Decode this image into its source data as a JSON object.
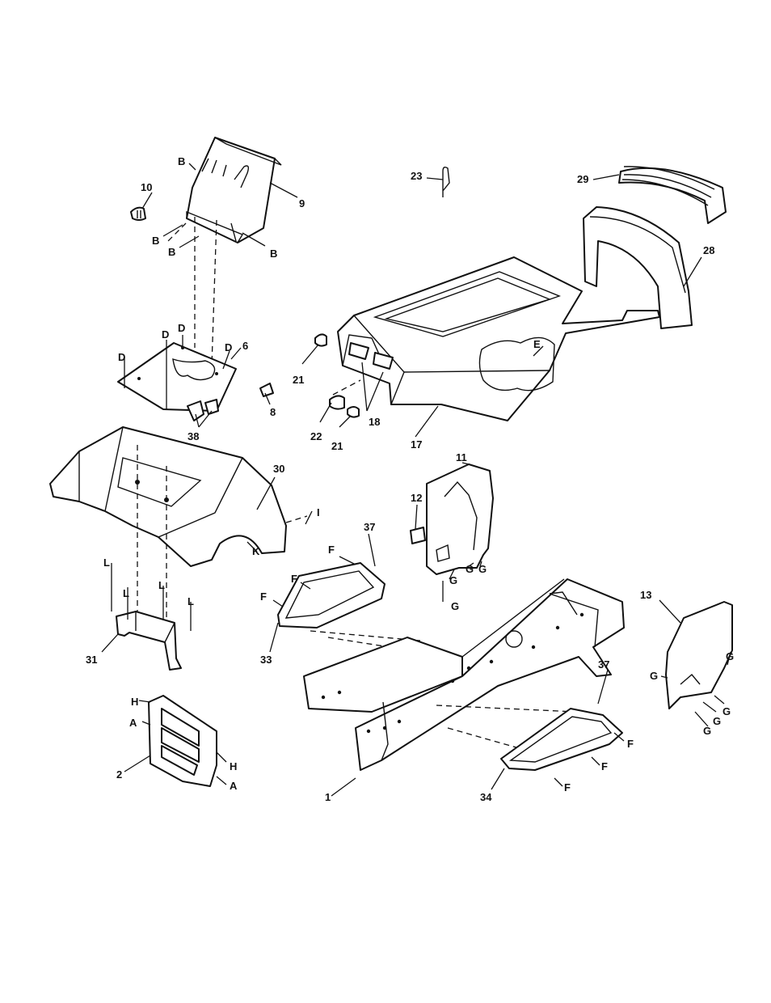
{
  "callouts": {
    "n1": "1",
    "n2": "2",
    "n6": "6",
    "n8": "8",
    "n9": "9",
    "n10": "10",
    "n11": "11",
    "n12": "12",
    "n13": "13",
    "n17": "17",
    "n18": "18",
    "n21a": "21",
    "n21b": "21",
    "n22": "22",
    "n23": "23",
    "n28": "28",
    "n29": "29",
    "n30": "30",
    "n31": "31",
    "n33": "33",
    "n34": "34",
    "n37a": "37",
    "n37b": "37",
    "n38": "38"
  },
  "reference_letters": {
    "A": "A",
    "B": "B",
    "D": "D",
    "E": "E",
    "F": "F",
    "G": "G",
    "H": "H",
    "I": "I",
    "K": "K",
    "L": "L"
  }
}
